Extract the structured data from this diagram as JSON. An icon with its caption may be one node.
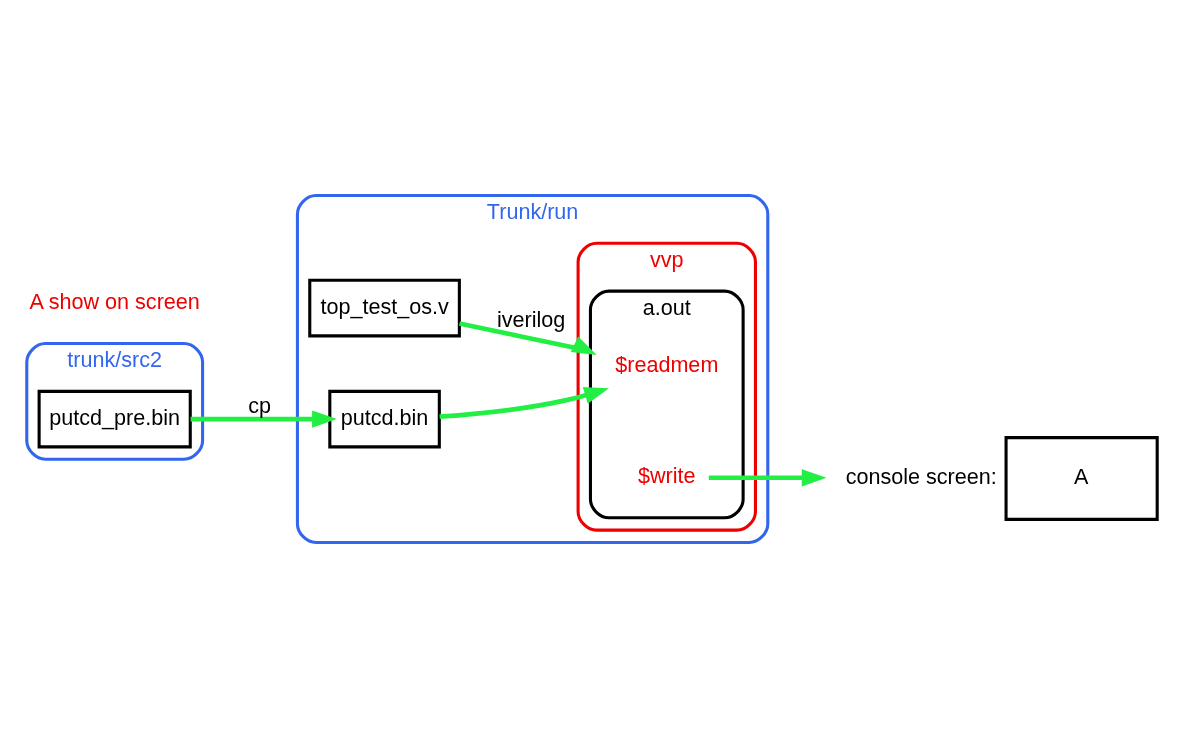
{
  "diagram": {
    "nodes": [
      {
        "text": [
          "trunk/src2"
        ]
      },
      {
        "text": [
          "putcd_pre.bin"
        ],
        "in": 0
      },
      {
        "text": [
          "Trunk/run"
        ]
      },
      {
        "text": [
          "top_test_os.v"
        ],
        "in": 2
      },
      {
        "text": [
          "putcd.bin"
        ],
        "in": 2
      },
      {
        "text": [
          "vvp"
        ],
        "in": 2
      },
      {
        "text": [
          "a.out"
        ],
        "in": 5
      },
      {
        "text": [
          "$readmem"
        ],
        "in": 6
      },
      {
        "text": [
          "$write"
        ],
        "in": 6
      },
      {
        "text": [
          "A"
        ],
        "beside": [
          "console screen:"
        ]
      }
    ],
    "edges": [
      {
        "from": 1,
        "to": 4,
        "arrow": "to",
        "label": "cp"
      },
      {
        "from": 4,
        "to": 7,
        "arrow": "to"
      },
      {
        "from": 3,
        "to": 6,
        "arrow": "to",
        "label": "iverilog"
      },
      {
        "from": 8,
        "to": 9,
        "arrow": "to"
      }
    ],
    "labels": [
      "A show on screen"
    ]
  }
}
